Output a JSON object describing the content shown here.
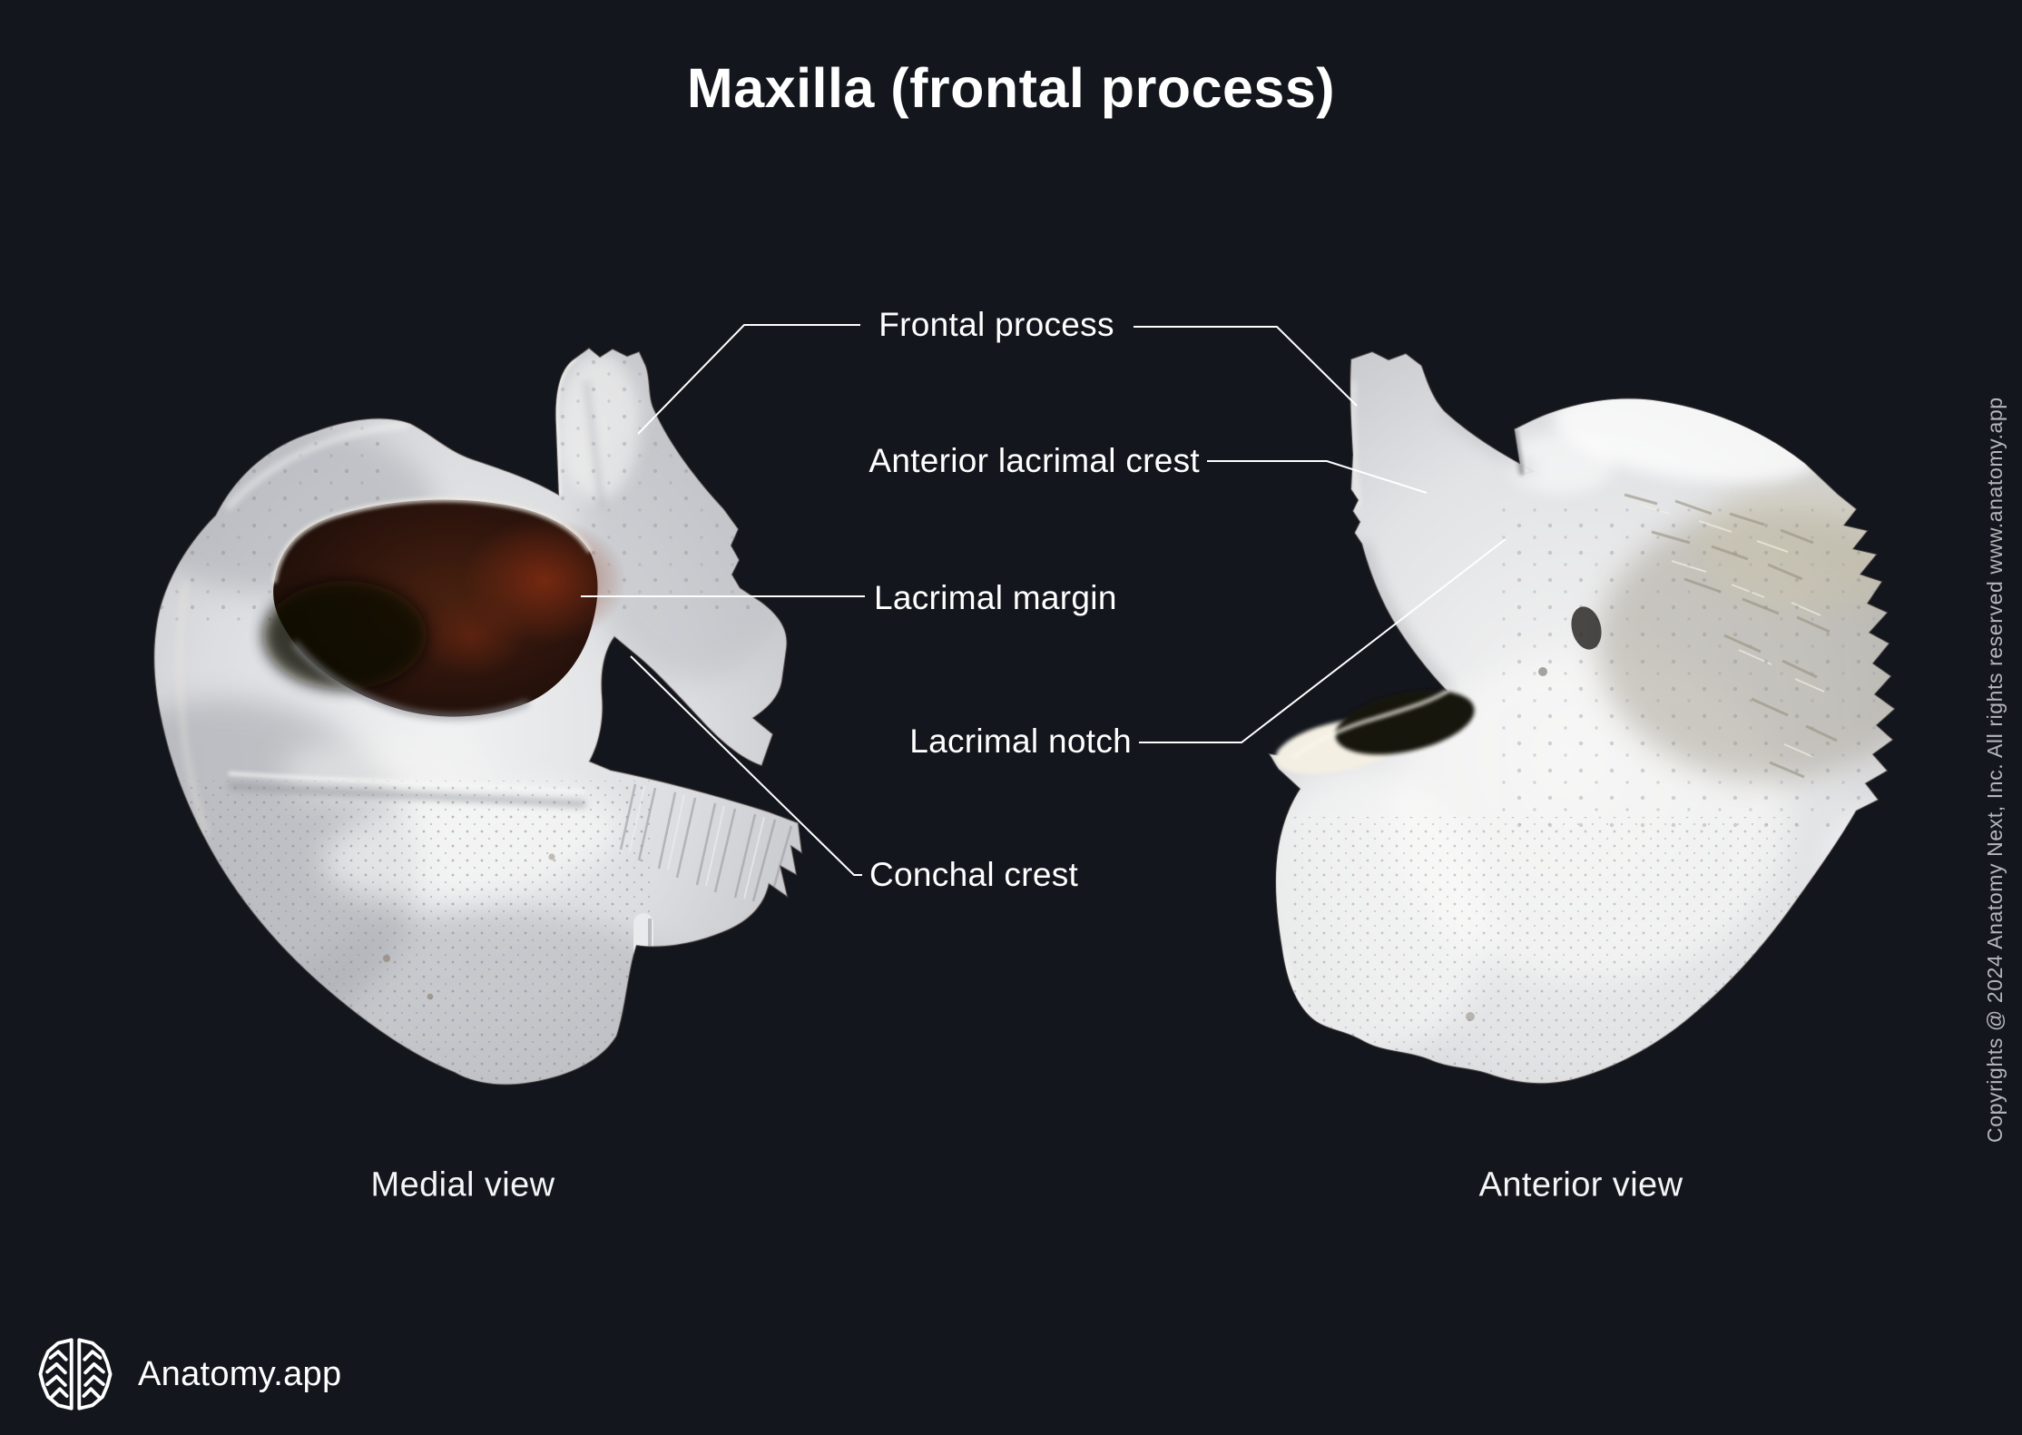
{
  "title": "Maxilla (frontal process)",
  "labels": {
    "frontal_process": "Frontal process",
    "anterior_lacrimal_crest": "Anterior lacrimal crest",
    "lacrimal_margin": "Lacrimal margin",
    "lacrimal_notch": "Lacrimal notch",
    "conchal_crest": "Conchal crest"
  },
  "views": {
    "left_caption": "Medial view",
    "right_caption": "Anterior view"
  },
  "branding": {
    "logo_icon": "brain-icon",
    "logo_text": "Anatomy.app"
  },
  "watermark": "Copyrights @ 2024 Anatomy Next, Inc. All rights reserved www.anatomy.app",
  "colors": {
    "background": "#13161c",
    "label_text": "#ffffff",
    "leader_line": "#ffffff",
    "watermark_text": "#b4b6ba",
    "bone_light": "#eef0f1",
    "bone_mid": "#cfd0d4",
    "bone_shadow": "#97999f",
    "hiatus_dark": "#2a130c",
    "hiatus_red": "#7c2a10"
  }
}
